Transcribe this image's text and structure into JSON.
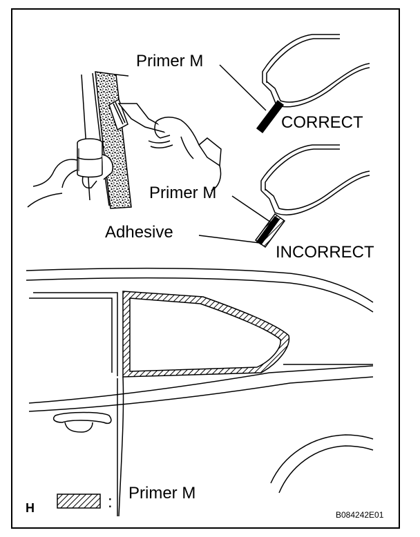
{
  "labels": {
    "primer_top": "Primer M",
    "correct": "CORRECT",
    "primer_mid": "Primer M",
    "adhesive": "Adhesive",
    "incorrect": "INCORRECT",
    "legend_primer": "Primer M",
    "legend_colon": ":",
    "corner_letter": "H",
    "figure_code": "B084242E01"
  },
  "icons": {
    "hand_brush": "hand-applying-brush-icon",
    "primer_can": "primer-container-icon",
    "correct_section": "correct-cross-section-icon",
    "incorrect_section": "incorrect-cross-section-icon",
    "car_body": "car-rear-quarter-window-icon",
    "legend_swatch": "hatched-primer-swatch-icon"
  },
  "colors": {
    "line": "#000000",
    "background": "#ffffff"
  }
}
